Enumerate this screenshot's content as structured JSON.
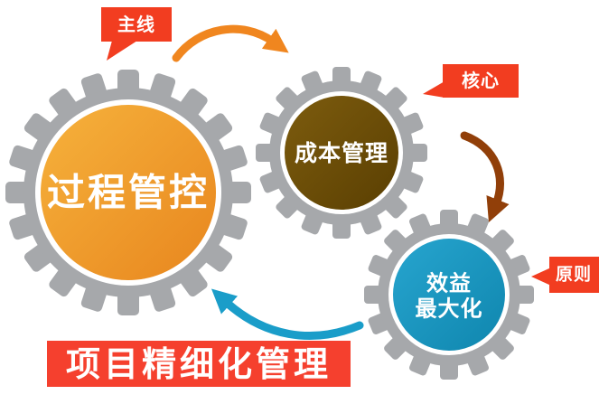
{
  "gears": {
    "process_control": "过程管控",
    "cost_management": "成本管理",
    "benefit_line1": "效益",
    "benefit_line2": "最大化"
  },
  "callouts": {
    "main_line": "主线",
    "core": "核心",
    "principle": "原则"
  },
  "banner": "项目精细化管理",
  "colors": {
    "gear_gray": "#a6a8ab",
    "white_gap": "#ffffff",
    "orange_light": "#f6b23c",
    "orange_dark": "#e8861e",
    "brown_light": "#7d5c0e",
    "brown_dark": "#5a3f02",
    "blue_light": "#27a5cf",
    "blue_dark": "#0f86ae",
    "red_callout": "#f23d20",
    "red_banner": "#f5402e",
    "arrow_orange": "#f0861f",
    "arrow_brown": "#913f09",
    "arrow_blue": "#1a9dc9",
    "text_white": "#ffffff"
  }
}
